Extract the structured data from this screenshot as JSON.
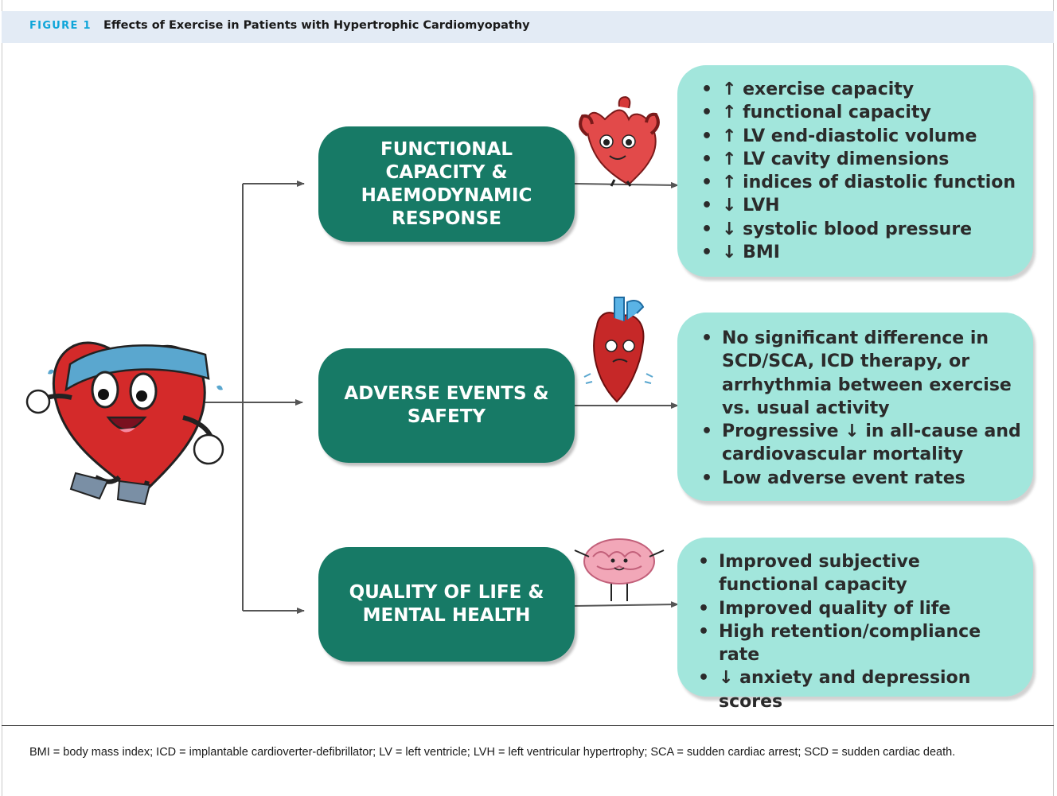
{
  "header": {
    "figure_label": "FIGURE 1",
    "title": "Effects of Exercise in Patients with Hypertrophic Cardiomyopathy"
  },
  "categories": [
    {
      "label": "FUNCTIONAL\nCAPACITY &\nHAEMODYNAMIC\nRESPONSE",
      "outcomes": [
        "↑ exercise capacity",
        "↑ functional capacity",
        "↑ LV end-diastolic volume",
        "↑ LV cavity dimensions",
        "↑ indices of diastolic function",
        "↓ LVH",
        "↓ systolic blood pressure",
        "↓ BMI"
      ]
    },
    {
      "label": "ADVERSE EVENTS &\nSAFETY",
      "outcomes": [
        "No significant difference in SCD/SCA, ICD therapy, or arrhythmia between exercise vs. usual activity",
        "Progressive ↓ in all-cause and cardiovascular mortality",
        "Low adverse event rates"
      ]
    },
    {
      "label": "QUALITY OF LIFE &\nMENTAL HEALTH",
      "outcomes": [
        "Improved subjective functional capacity",
        "Improved quality of life",
        "High retention/compliance rate",
        "↓ anxiety and depression scores"
      ]
    }
  ],
  "footnote": "BMI = body mass index; ICD = implantable cardioverter-defibrillator; LV = left ventricle; LVH = left ventricular hypertrophy; SCA = sudden cardiac arrest; SCD = sudden cardiac death.",
  "colors": {
    "category_box": "#177a66",
    "outcome_box": "#a2e6dc",
    "header_bg": "#e3ebf5",
    "figure_label": "#0ea5d9",
    "heart": "#d42a2a",
    "headband": "#5aa7cf",
    "brain": "#f2a7b8"
  },
  "icons": [
    "running-heart-mascot-icon",
    "strong-heart-icon",
    "anatomical-heart-icon",
    "brain-icon"
  ]
}
